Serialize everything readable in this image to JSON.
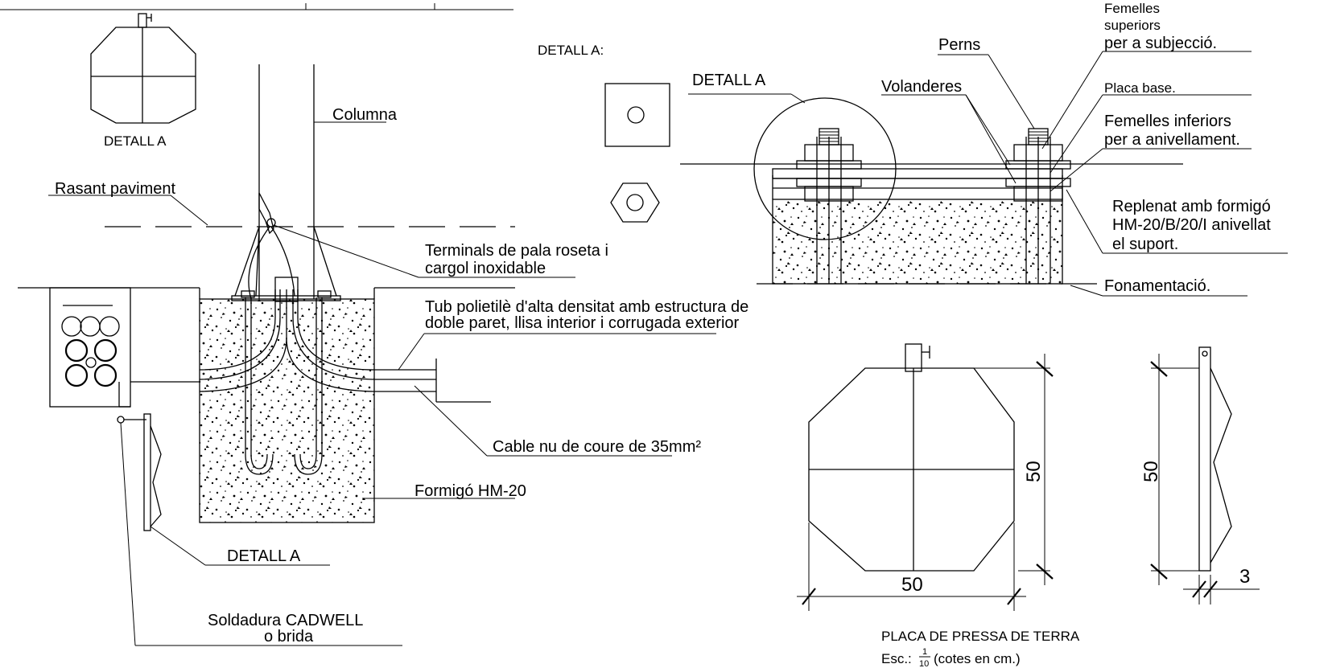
{
  "labels": {
    "detall_a_top": "DETALL A",
    "detall_a_heading": "DETALL A:",
    "detall_a_circle": "DETALL A",
    "columna": "Columna",
    "rasant": "Rasant paviment",
    "terminals_1": "Terminals de pala roseta i",
    "terminals_2": "cargol inoxidable",
    "tub_1": "Tub polietilè d'alta densitat amb estructura de",
    "tub_2": "doble paret, llisa interior i corrugada exterior",
    "cable": "Cable nu de coure de 35mm²",
    "formigo": "Formigó HM-20",
    "detall_a_bottom": "DETALL A",
    "soldadura_1": "Soldadura CADWELL",
    "soldadura_2": "o brida",
    "femelles_sup_1": "Femelles",
    "femelles_sup_2": "superiors",
    "femelles_sup_3": "per a subjecció.",
    "perns": "Perns",
    "volanderes": "Volanderes",
    "placa_base": "Placa base.",
    "femelles_inf_1": "Femelles inferiors",
    "femelles_inf_2": "per a anivellament.",
    "replenat_1": "Replenat amb formigó",
    "replenat_2": "HM-20/B/20/I anivellat",
    "replenat_3": "el suport.",
    "fonamentacio": "Fonamentació.",
    "placa_title": "PLACA DE PRESSA DE TERRA",
    "escala_prefix": "Esc.:",
    "escala_num": "1",
    "escala_den": "10",
    "escala_suffix": "(cotes en cm.)"
  },
  "dimensions": {
    "plate_height": "50",
    "plate_width": "50",
    "side_height": "50",
    "side_thickness": "3"
  }
}
